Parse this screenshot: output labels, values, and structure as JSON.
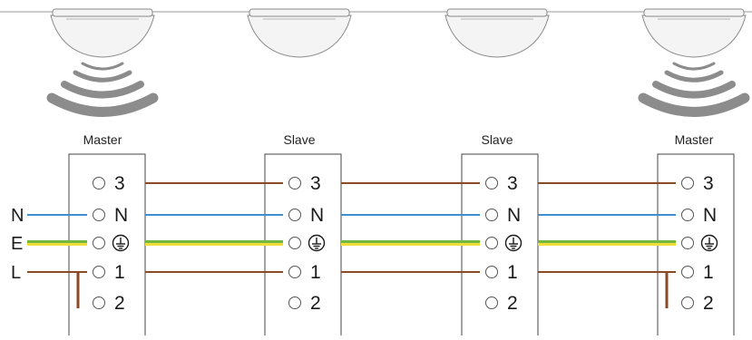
{
  "units": [
    {
      "label": "Master",
      "role": "master",
      "signal": true
    },
    {
      "label": "Slave",
      "role": "slave",
      "signal": false
    },
    {
      "label": "Slave",
      "role": "slave",
      "signal": false
    },
    {
      "label": "Master",
      "role": "master",
      "signal": true
    }
  ],
  "terminals": [
    "3",
    "N",
    "earth-symbol",
    "1",
    "2"
  ],
  "supply_labels": [
    "N",
    "E",
    "L"
  ],
  "icons": {
    "sensor": "ceiling-sensor-icon",
    "signal": "wireless-signal-icon",
    "earth": "earth-ground-icon"
  },
  "colors": {
    "brown": "#8b4a24",
    "blue": "#3f8fd0",
    "earth_green": "#72b83e",
    "earth_yellow": "#f0dc3a",
    "dome_fill": "#f4f4f4",
    "dome_stroke": "#8a8a8a",
    "signal_gray": "#8c8c8c"
  }
}
